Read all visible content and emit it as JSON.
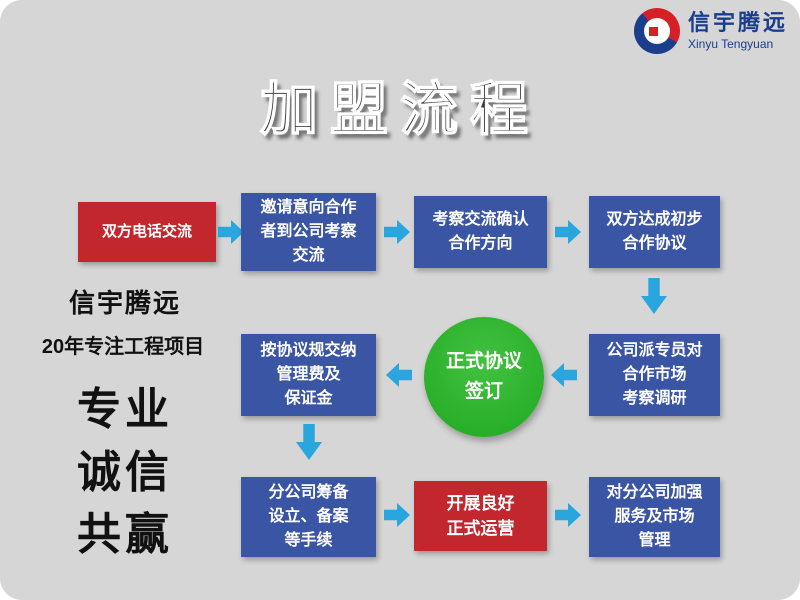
{
  "logo": {
    "name_cn": "信宇腾远",
    "name_en": "Xinyu Tengyuan"
  },
  "title": "加盟流程",
  "sidebar": {
    "brand": "信宇腾远",
    "tagline": "20年专注工程项目",
    "values": [
      "专业",
      "诚信",
      "共赢"
    ]
  },
  "flow": {
    "nodes": [
      {
        "id": "phone-exchange",
        "shape": "rect",
        "color": "red",
        "label": "双方电话交流"
      },
      {
        "id": "invite-company-visit",
        "shape": "rect",
        "color": "blue",
        "label": "邀请意向合作\n者到公司考察\n交流"
      },
      {
        "id": "confirm-direction",
        "shape": "rect",
        "color": "blue",
        "label": "考察交流确认\n合作方向"
      },
      {
        "id": "initial-agreement",
        "shape": "rect",
        "color": "blue",
        "label": "双方达成初步\n合作协议"
      },
      {
        "id": "market-research",
        "shape": "rect",
        "color": "blue",
        "label": "公司派专员对\n合作市场\n考察调研"
      },
      {
        "id": "formal-signing",
        "shape": "circle",
        "color": "green",
        "label": "正式协议\n签订"
      },
      {
        "id": "pay-fees-deposit",
        "shape": "rect",
        "color": "blue",
        "label": "按协议规交纳\n管理费及\n保证金"
      },
      {
        "id": "branch-setup-filing",
        "shape": "rect",
        "color": "blue",
        "label": "分公司筹备\n设立、备案\n等手续"
      },
      {
        "id": "formal-operation",
        "shape": "rect",
        "color": "red",
        "label": "开展良好\n正式运营"
      },
      {
        "id": "strengthen-management",
        "shape": "rect",
        "color": "blue",
        "label": "对分公司加强\n服务及市场\n管理"
      }
    ]
  },
  "colors": {
    "background": "#d6d6d6",
    "box_red": "#c1272d",
    "box_blue": "#3a55a4",
    "circle_green": "#2bb22b",
    "arrow_blue": "#2aa6de",
    "logo_blue": "#1a3e8c",
    "logo_red": "#d42127",
    "title_gray": "#3d3d3d"
  }
}
